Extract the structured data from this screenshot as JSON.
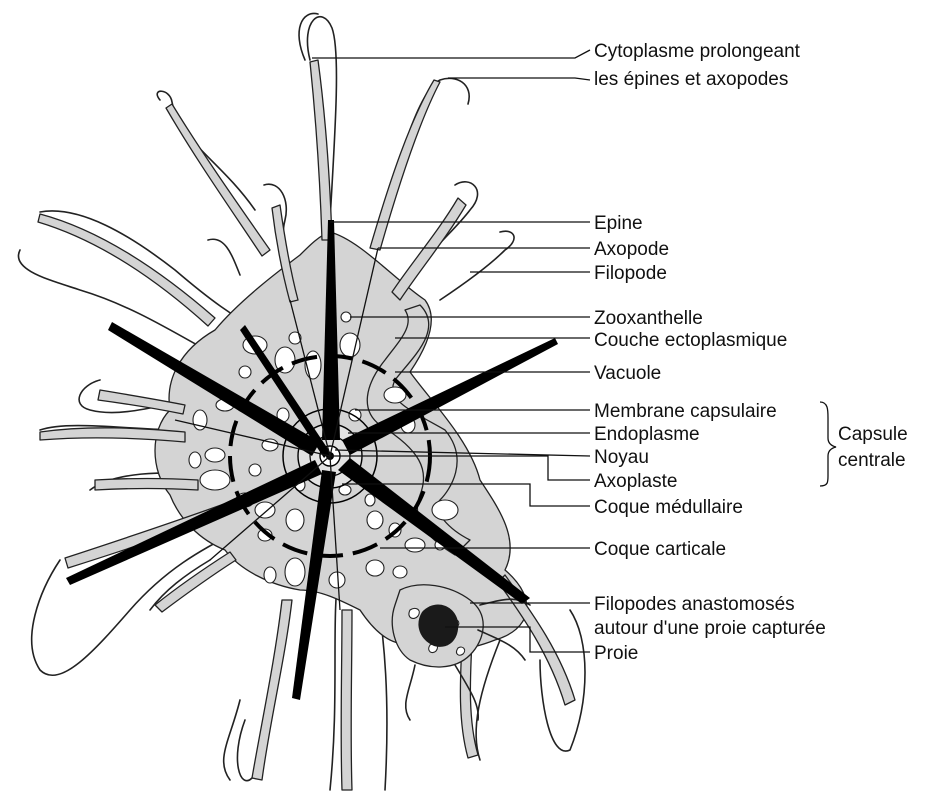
{
  "labels": {
    "cytoplasme_1": "Cytoplasme prolongeant",
    "cytoplasme_2": "les épines et axopodes",
    "epine": "Epine",
    "axopode": "Axopode",
    "filopode": "Filopode",
    "zooxanthelle": "Zooxanthelle",
    "couche_ecto": "Couche ectoplasmique",
    "vacuole": "Vacuole",
    "membrane": "Membrane capsulaire",
    "endoplasme": "Endoplasme",
    "noyau": "Noyau",
    "axoplaste": "Axoplaste",
    "coque_med": "Coque médullaire",
    "coque_cort": "Coque carticale",
    "filo_anast_1": "Filopodes anastomosés",
    "filo_anast_2": "autour d'une proie capturée",
    "proie": "Proie",
    "capsule_1": "Capsule",
    "capsule_2": "centrale"
  },
  "colors": {
    "cytoplasm": "#d4d4d4",
    "ink": "#111111",
    "background": "#ffffff"
  }
}
